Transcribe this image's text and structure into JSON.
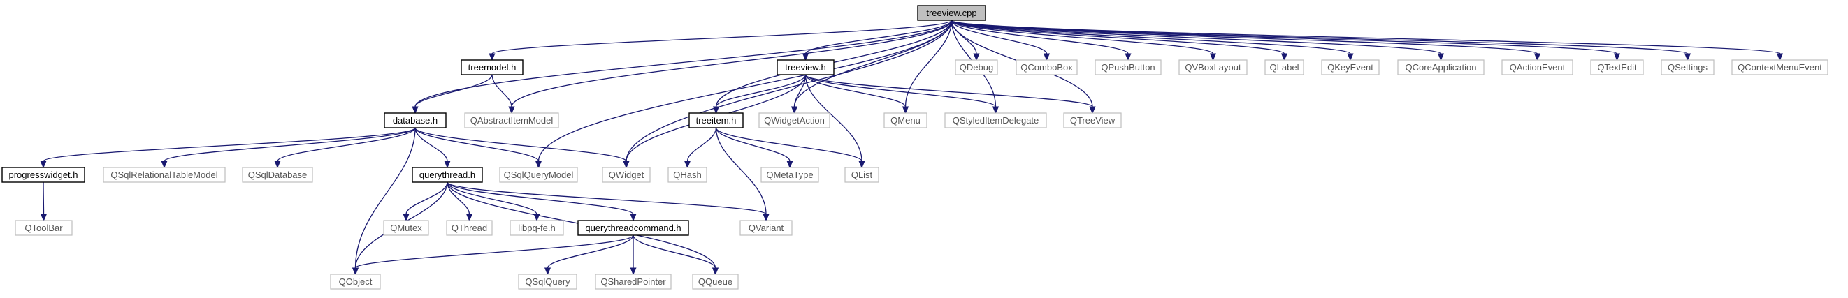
{
  "diagram": {
    "node_color_edge": "#191970",
    "nodes": [
      {
        "id": "treeview_cpp",
        "label": "treeview.cpp",
        "kind": "root"
      },
      {
        "id": "treemodel_h",
        "label": "treemodel.h",
        "kind": "local"
      },
      {
        "id": "database_h",
        "label": "database.h",
        "kind": "local"
      },
      {
        "id": "treeview_h",
        "label": "treeview.h",
        "kind": "local"
      },
      {
        "id": "treeitem_h",
        "label": "treeitem.h",
        "kind": "local"
      },
      {
        "id": "progresswidget_h",
        "label": "progresswidget.h",
        "kind": "local"
      },
      {
        "id": "querythread_h",
        "label": "querythread.h",
        "kind": "local"
      },
      {
        "id": "querythreadcommand_h",
        "label": "querythreadcommand.h",
        "kind": "local"
      },
      {
        "id": "QDebug",
        "label": "QDebug",
        "kind": "external"
      },
      {
        "id": "QComboBox",
        "label": "QComboBox",
        "kind": "external"
      },
      {
        "id": "QPushButton",
        "label": "QPushButton",
        "kind": "external"
      },
      {
        "id": "QVBoxLayout",
        "label": "QVBoxLayout",
        "kind": "external"
      },
      {
        "id": "QLabel",
        "label": "QLabel",
        "kind": "external"
      },
      {
        "id": "QKeyEvent",
        "label": "QKeyEvent",
        "kind": "external"
      },
      {
        "id": "QCoreApplication",
        "label": "QCoreApplication",
        "kind": "external"
      },
      {
        "id": "QActionEvent",
        "label": "QActionEvent",
        "kind": "external"
      },
      {
        "id": "QTextEdit",
        "label": "QTextEdit",
        "kind": "external"
      },
      {
        "id": "QSettings",
        "label": "QSettings",
        "kind": "external"
      },
      {
        "id": "QContextMenuEvent",
        "label": "QContextMenuEvent",
        "kind": "external"
      },
      {
        "id": "QAbstractItemModel",
        "label": "QAbstractItemModel",
        "kind": "external"
      },
      {
        "id": "QWidgetAction",
        "label": "QWidgetAction",
        "kind": "external"
      },
      {
        "id": "QMenu",
        "label": "QMenu",
        "kind": "external"
      },
      {
        "id": "QStyledItemDelegate",
        "label": "QStyledItemDelegate",
        "kind": "external"
      },
      {
        "id": "QTreeView",
        "label": "QTreeView",
        "kind": "external"
      },
      {
        "id": "QSqlRelationalTableModel",
        "label": "QSqlRelationalTableModel",
        "kind": "external"
      },
      {
        "id": "QSqlDatabase",
        "label": "QSqlDatabase",
        "kind": "external"
      },
      {
        "id": "QSqlQueryModel",
        "label": "QSqlQueryModel",
        "kind": "external"
      },
      {
        "id": "QWidget",
        "label": "QWidget",
        "kind": "external"
      },
      {
        "id": "QHash",
        "label": "QHash",
        "kind": "external"
      },
      {
        "id": "QMetaType",
        "label": "QMetaType",
        "kind": "external"
      },
      {
        "id": "QList",
        "label": "QList",
        "kind": "external"
      },
      {
        "id": "QToolBar",
        "label": "QToolBar",
        "kind": "external"
      },
      {
        "id": "QMutex",
        "label": "QMutex",
        "kind": "external"
      },
      {
        "id": "QThread",
        "label": "QThread",
        "kind": "external"
      },
      {
        "id": "libpq_fe_h",
        "label": "libpq-fe.h",
        "kind": "external"
      },
      {
        "id": "QVariant",
        "label": "QVariant",
        "kind": "external"
      },
      {
        "id": "QObject",
        "label": "QObject",
        "kind": "external"
      },
      {
        "id": "QSqlQuery",
        "label": "QSqlQuery",
        "kind": "external"
      },
      {
        "id": "QSharedPointer",
        "label": "QSharedPointer",
        "kind": "external"
      },
      {
        "id": "QQueue",
        "label": "QQueue",
        "kind": "external"
      }
    ],
    "edges": [
      [
        "treeview_cpp",
        "treemodel_h"
      ],
      [
        "treeview_cpp",
        "database_h"
      ],
      [
        "treeview_cpp",
        "QAbstractItemModel"
      ],
      [
        "treeview_cpp",
        "QSqlQueryModel"
      ],
      [
        "treeview_cpp",
        "QWidget"
      ],
      [
        "treeview_cpp",
        "treeitem_h"
      ],
      [
        "treeview_cpp",
        "QWidgetAction"
      ],
      [
        "treeview_cpp",
        "treeview_h"
      ],
      [
        "treeview_cpp",
        "QMenu"
      ],
      [
        "treeview_cpp",
        "QStyledItemDelegate"
      ],
      [
        "treeview_cpp",
        "QTreeView"
      ],
      [
        "treeview_cpp",
        "QDebug"
      ],
      [
        "treeview_cpp",
        "QComboBox"
      ],
      [
        "treeview_cpp",
        "QPushButton"
      ],
      [
        "treeview_cpp",
        "QVBoxLayout"
      ],
      [
        "treeview_cpp",
        "QLabel"
      ],
      [
        "treeview_cpp",
        "QKeyEvent"
      ],
      [
        "treeview_cpp",
        "QCoreApplication"
      ],
      [
        "treeview_cpp",
        "QActionEvent"
      ],
      [
        "treeview_cpp",
        "QTextEdit"
      ],
      [
        "treeview_cpp",
        "QSettings"
      ],
      [
        "treeview_cpp",
        "QContextMenuEvent"
      ],
      [
        "treemodel_h",
        "database_h"
      ],
      [
        "treemodel_h",
        "QAbstractItemModel"
      ],
      [
        "treeview_h",
        "QWidget"
      ],
      [
        "treeview_h",
        "treeitem_h"
      ],
      [
        "treeview_h",
        "QWidgetAction"
      ],
      [
        "treeview_h",
        "QMenu"
      ],
      [
        "treeview_h",
        "QStyledItemDelegate"
      ],
      [
        "treeview_h",
        "QTreeView"
      ],
      [
        "treeview_h",
        "QList"
      ],
      [
        "database_h",
        "progresswidget_h"
      ],
      [
        "database_h",
        "QSqlRelationalTableModel"
      ],
      [
        "database_h",
        "QSqlDatabase"
      ],
      [
        "database_h",
        "querythread_h"
      ],
      [
        "database_h",
        "QSqlQueryModel"
      ],
      [
        "database_h",
        "QWidget"
      ],
      [
        "database_h",
        "QObject"
      ],
      [
        "treeitem_h",
        "QHash"
      ],
      [
        "treeitem_h",
        "QMetaType"
      ],
      [
        "treeitem_h",
        "QList"
      ],
      [
        "treeitem_h",
        "QVariant"
      ],
      [
        "progresswidget_h",
        "QToolBar"
      ],
      [
        "querythread_h",
        "QObject"
      ],
      [
        "querythread_h",
        "QMutex"
      ],
      [
        "querythread_h",
        "QThread"
      ],
      [
        "querythread_h",
        "libpq_fe_h"
      ],
      [
        "querythread_h",
        "querythreadcommand_h"
      ],
      [
        "querythread_h",
        "QVariant"
      ],
      [
        "querythread_h",
        "QQueue"
      ],
      [
        "querythreadcommand_h",
        "QObject"
      ],
      [
        "querythreadcommand_h",
        "QSqlQuery"
      ],
      [
        "querythreadcommand_h",
        "QSharedPointer"
      ],
      [
        "querythreadcommand_h",
        "QQueue"
      ]
    ]
  }
}
